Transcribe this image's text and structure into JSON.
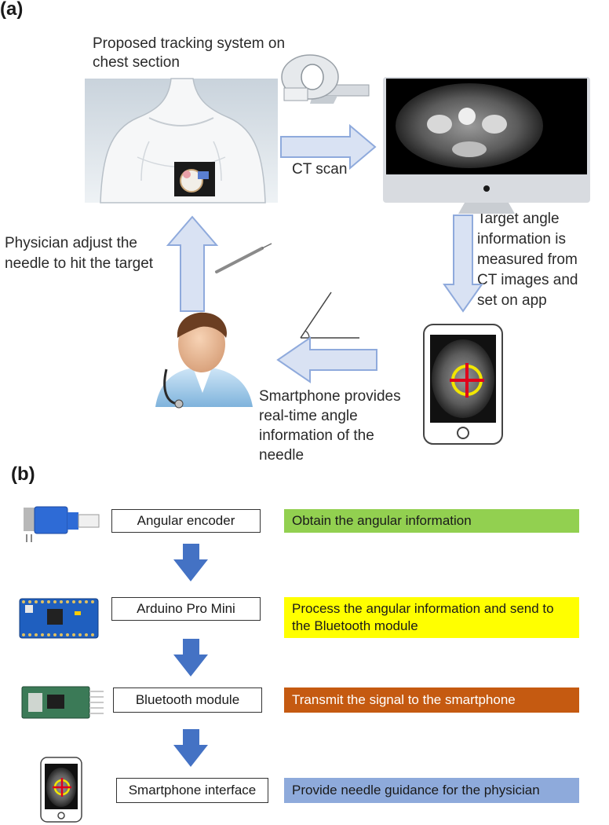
{
  "panel_a": {
    "label": "(a)",
    "caption_top": [
      "Proposed tracking system on",
      "chest section"
    ],
    "caption_ct": "CT scan",
    "caption_target": [
      "Target angle",
      "information is",
      "measured from",
      "CT images and",
      "set on app"
    ],
    "caption_physician": [
      "Physician adjust the",
      "needle to hit the target"
    ],
    "caption_smartphone": [
      "Smartphone provides",
      "real-time angle",
      "information of the",
      "needle"
    ]
  },
  "panel_b": {
    "label": "(b)",
    "steps": [
      {
        "component": "Angular encoder",
        "description": [
          "Obtain the angular information"
        ],
        "color": "#92d050",
        "text_color": "#1a1a1a",
        "icon": "potentiometer-icon"
      },
      {
        "component": "Arduino Pro Mini",
        "description": [
          "Process the angular information and send to",
          "the Bluetooth module"
        ],
        "color": "#ffff00",
        "text_color": "#1a1a1a",
        "icon": "arduino-board-icon"
      },
      {
        "component": "Bluetooth module",
        "description": [
          "Transmit the signal to the smartphone"
        ],
        "color": "#c55a11",
        "text_color": "#ffffff",
        "icon": "bluetooth-module-icon"
      },
      {
        "component": "Smartphone interface",
        "description": [
          "Provide needle guidance for the physician"
        ],
        "color": "#8eaadb",
        "text_color": "#1a1a1a",
        "icon": "smartphone-icon"
      }
    ],
    "arrow_color": "#4472c4"
  },
  "colors": {
    "flow_arrow_fill": "#d9e2f3",
    "flow_arrow_stroke": "#8faadc",
    "crosshair_ring": "#f2e600",
    "crosshair_cross": "#e0001b"
  }
}
